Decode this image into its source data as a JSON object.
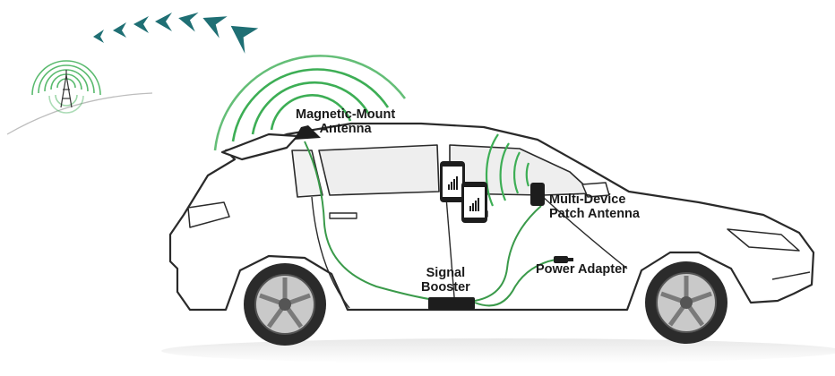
{
  "labels": {
    "antenna": {
      "line1": "Magnetic-Mount",
      "line2": "Antenna"
    },
    "patch": {
      "line1": "Multi-Device",
      "line2": "Patch Antenna"
    },
    "power": {
      "line1": "Power Adapter"
    },
    "booster": {
      "line1": "Signal",
      "line2": "Booster"
    }
  },
  "colors": {
    "signal_green": "#3dae55",
    "cable_green": "#3a9a4a",
    "arrow_teal": "#1f6f74",
    "car_outline": "#2a2a2a",
    "device_dark": "#1d1d1d"
  },
  "icons": [
    "cell-tower-icon",
    "signal-arrows-icon",
    "smartphone-icon",
    "tablet-icon"
  ]
}
